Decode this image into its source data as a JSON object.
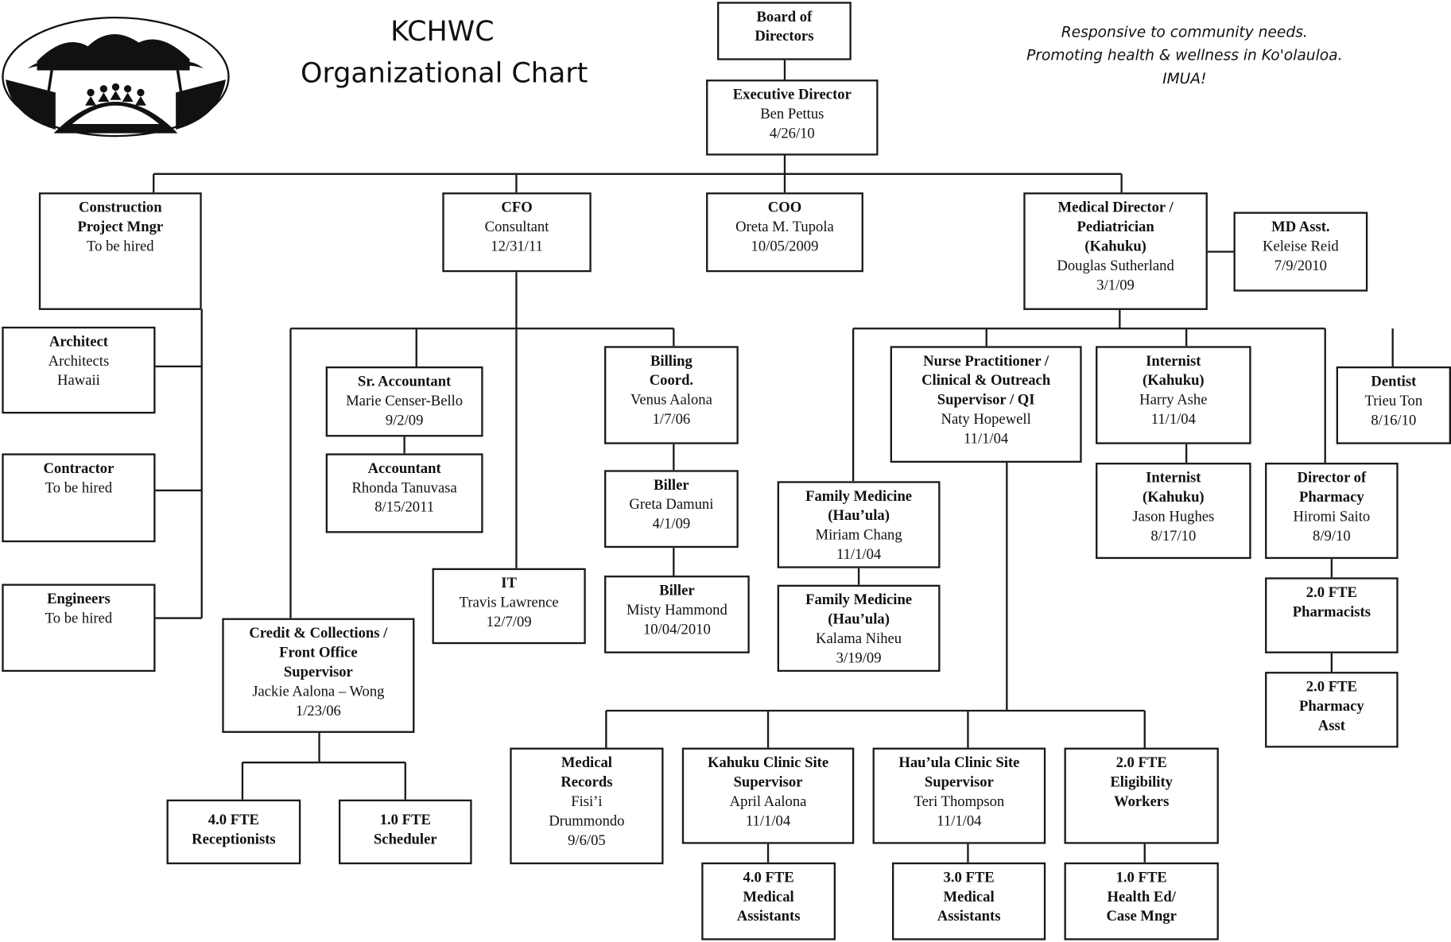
{
  "header": {
    "title_line1": "KCHWC",
    "title_line2": "Organizational Chart",
    "motto_line1": "Responsive to community needs.",
    "motto_line2": "Promoting health & wellness in Ko'olauloa.",
    "motto_line3": "IMUA!"
  },
  "boxes": {
    "board": {
      "title": [
        "Board of",
        "Directors"
      ],
      "lines": []
    },
    "exec": {
      "title": [
        "Executive Director"
      ],
      "lines": [
        "Ben Pettus",
        "4/26/10"
      ]
    },
    "construction": {
      "title": [
        "Construction",
        "Project  Mngr"
      ],
      "lines": [
        "To be hired"
      ]
    },
    "cfo": {
      "title": [
        "CFO"
      ],
      "lines": [
        "Consultant",
        "12/31/11"
      ]
    },
    "coo": {
      "title": [
        "COO"
      ],
      "lines": [
        "Oreta M. Tupola",
        "10/05/2009"
      ]
    },
    "meddir": {
      "title": [
        "Medical Director /",
        "Pediatrician",
        "(Kahuku)"
      ],
      "lines": [
        "Douglas Sutherland",
        "3/1/09"
      ]
    },
    "mdasst": {
      "title": [
        "MD Asst."
      ],
      "lines": [
        "Keleise Reid",
        "7/9/2010"
      ]
    },
    "architect": {
      "title": [
        "Architect"
      ],
      "lines": [
        "Architects",
        "Hawaii"
      ]
    },
    "contractor": {
      "title": [
        "Contractor"
      ],
      "lines": [
        "To be hired"
      ]
    },
    "engineers": {
      "title": [
        "Engineers"
      ],
      "lines": [
        "To be hired"
      ]
    },
    "sraccountant": {
      "title": [
        "Sr. Accountant"
      ],
      "lines": [
        "Marie Censer-Bello",
        "9/2/09"
      ]
    },
    "accountant": {
      "title": [
        "Accountant"
      ],
      "lines": [
        "Rhonda Tanuvasa",
        "8/15/2011"
      ]
    },
    "billingcoord": {
      "title": [
        "Billing",
        "Coord."
      ],
      "lines": [
        "Venus Aalona",
        "1/7/06"
      ]
    },
    "biller1": {
      "title": [
        "Biller"
      ],
      "lines": [
        "Greta Damuni",
        "4/1/09"
      ]
    },
    "biller2": {
      "title": [
        "Biller"
      ],
      "lines": [
        "Misty Hammond",
        "10/04/2010"
      ]
    },
    "it": {
      "title": [
        "IT"
      ],
      "lines": [
        "Travis Lawrence",
        "12/7/09"
      ]
    },
    "credit": {
      "title": [
        "Credit & Collections /",
        "Front Office",
        "Supervisor"
      ],
      "lines": [
        "Jackie Aalona – Wong",
        "1/23/06"
      ]
    },
    "receptionists": {
      "title": [
        "4.0 FTE",
        "Receptionists"
      ],
      "lines": []
    },
    "scheduler": {
      "title": [
        "1.0 FTE",
        "Scheduler"
      ],
      "lines": []
    },
    "np": {
      "title": [
        "Nurse Practitioner /",
        "Clinical & Outreach",
        "Supervisor / QI"
      ],
      "lines": [
        "Naty Hopewell",
        "11/1/04"
      ]
    },
    "internist1": {
      "title": [
        "Internist",
        "(Kahuku)"
      ],
      "lines": [
        "Harry Ashe",
        "11/1/04"
      ]
    },
    "dentist": {
      "title": [
        "Dentist"
      ],
      "lines": [
        "Trieu Ton",
        "8/16/10"
      ]
    },
    "internist2": {
      "title": [
        "Internist",
        "(Kahuku)"
      ],
      "lines": [
        "Jason Hughes",
        "8/17/10"
      ]
    },
    "pharmdir": {
      "title": [
        "Director of",
        "Pharmacy"
      ],
      "lines": [
        "Hiromi Saito",
        "8/9/10"
      ]
    },
    "pharmacists": {
      "title": [
        "2.0 FTE",
        "Pharmacists"
      ],
      "lines": []
    },
    "pharmasst": {
      "title": [
        "2.0 FTE",
        "Pharmacy",
        "Asst"
      ],
      "lines": []
    },
    "fm1": {
      "title": [
        "Family Medicine",
        "(Hau’ula)"
      ],
      "lines": [
        "Miriam Chang",
        "11/1/04"
      ]
    },
    "fm2": {
      "title": [
        "Family Medicine",
        "(Hau’ula)"
      ],
      "lines": [
        "Kalama Niheu",
        "3/19/09"
      ]
    },
    "medrecords": {
      "title": [
        "Medical",
        "Records"
      ],
      "lines": [
        "Fisi’i",
        "Drummondo",
        "9/6/05"
      ]
    },
    "kahukusite": {
      "title": [
        "Kahuku Clinic Site",
        "Supervisor"
      ],
      "lines": [
        "April Aalona",
        "11/1/04"
      ]
    },
    "hauulasite": {
      "title": [
        "Hau’ula Clinic Site",
        "Supervisor"
      ],
      "lines": [
        "Teri Thompson",
        "11/1/04"
      ]
    },
    "eligibility": {
      "title": [
        "2.0 FTE",
        "Eligibility",
        "Workers"
      ],
      "lines": []
    },
    "kahukuma": {
      "title": [
        "4.0 FTE",
        "Medical",
        "Assistants"
      ],
      "lines": []
    },
    "hauulama": {
      "title": [
        "3.0 FTE",
        "Medical",
        "Assistants"
      ],
      "lines": []
    },
    "healthed": {
      "title": [
        "1.0    FTE",
        "Health Ed/",
        "Case Mngr"
      ],
      "lines": []
    }
  }
}
